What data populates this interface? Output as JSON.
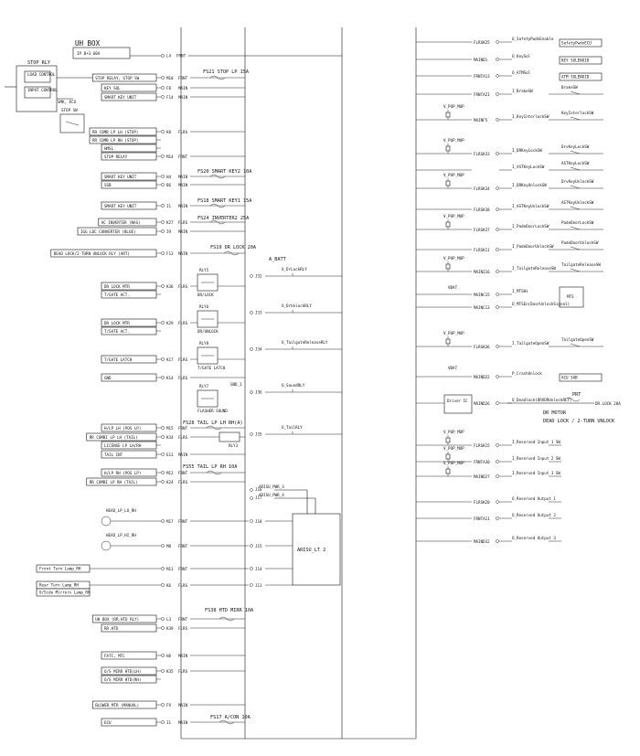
{
  "uh_box": {
    "title": "UH BOX",
    "fuse": "IP B+3 60A",
    "pin": "L4",
    "conn": "FRNT"
  },
  "stop_rly": {
    "title": "STOP RLY",
    "load": "LOAD CONTROL",
    "input": "INPUT CONTROL",
    "smk": "SMK, ECU",
    "stop_sw": "STOP SW"
  },
  "fs21": "FS21 STOP LP 15A",
  "fs20": "FS20 SMART KEY2 10A",
  "fs18": "FS18 SMART KEY1 15A",
  "fs24": "FS24 INVERTER2 25A",
  "fs19": "FS19 DR LOCK 20A",
  "fs28": "FS28 TAIL LP LH RH(A)",
  "fs55": "FS55 TAIL LP RH 10A",
  "fs38": "FS38 HTD MIRR 10A",
  "fs17": "FS17 A/CON 10A",
  "a_batt": "A_BATT",
  "gnd1": "GND_1",
  "left_rows": [
    {
      "label": "STOP RELAY, STOP SW",
      "pin": "M10",
      "conn": "FRNT"
    },
    {
      "label": "KEY SOL",
      "pin": "F8",
      "conn": "MAIN"
    },
    {
      "label": "SMART KEY UNIT",
      "pin": "F14",
      "conn": "MAIN"
    },
    {
      "label": "RR COMB LP LH (STOP)",
      "pin": "K8",
      "conn": "FLRS"
    },
    {
      "label": "RR COMB LP RH (STOP)",
      "pin": "",
      "conn": ""
    },
    {
      "label": "HMSL",
      "pin": "",
      "conn": ""
    },
    {
      "label": "STOP RELAY",
      "pin": "M14",
      "conn": "FRNT"
    },
    {
      "label": "SMART KEY UNIT",
      "pin": "H4",
      "conn": "MAIN"
    },
    {
      "label": "SSB",
      "pin": "B6",
      "conn": "MAIN"
    },
    {
      "label": "SMART KEY UNIT",
      "pin": "I1",
      "conn": "MAIN"
    },
    {
      "label": "AC INVERTER (NAS)",
      "pin": "K27",
      "conn": "FLRS"
    },
    {
      "label": "IGG LDC CONVERTER (BLUE)",
      "pin": "I9",
      "conn": "MAIN"
    },
    {
      "label": "DEAD LOCK/2-TURN UNLOCK RLY (ART)",
      "pin": "F13",
      "conn": "MAIN"
    },
    {
      "label": "DR LOCK MTR",
      "pin": "K36",
      "conn": "FLRS"
    },
    {
      "label": "T/GATE ACT.",
      "pin": "",
      "conn": ""
    },
    {
      "label": "DR LOCK MTR",
      "pin": "K29",
      "conn": "FLRS"
    },
    {
      "label": "T/GATE ACT.",
      "pin": "",
      "conn": ""
    },
    {
      "label": "T/GATE LATCH",
      "pin": "K17",
      "conn": "FLRS"
    },
    {
      "label": "GND",
      "pin": "K14",
      "conn": "FLRS"
    },
    {
      "label": "H/LP LH (POS LP)",
      "pin": "M15",
      "conn": "FRNT"
    },
    {
      "label": "RR COMBI LP LH (TAIL)",
      "pin": "K34",
      "conn": "FLRS"
    },
    {
      "label": "LICENSE LP LH/RH",
      "pin": "",
      "conn": ""
    },
    {
      "label": "TAIL INT",
      "pin": "E13",
      "conn": "MAIN"
    },
    {
      "label": "H/LP RH (POS LP)",
      "pin": "M12",
      "conn": "FRNT"
    },
    {
      "label": "RR COMBI LP RH (TAIL)",
      "pin": "K24",
      "conn": "FLRS"
    },
    {
      "label": "UH BOX (RR.HTD RLY)",
      "pin": "L3",
      "conn": "FRNT"
    },
    {
      "label": "RR.HTD",
      "pin": "K39",
      "conn": "FLRS"
    },
    {
      "label": "FATC, MTC",
      "pin": "H8",
      "conn": "MAIN"
    },
    {
      "label": "O/S MIRR HTD(LH)",
      "pin": "K35",
      "conn": "FLRS"
    },
    {
      "label": "O/S MIRR HTD(RH)",
      "pin": "",
      "conn": ""
    },
    {
      "label": "BLOWER MTR (MANUAL)",
      "pin": "F9",
      "conn": "MAIN"
    },
    {
      "label": "ECU",
      "pin": "I1",
      "conn": "MAIN"
    }
  ],
  "relays": [
    {
      "name": "RLY5",
      "desc": "DR/LOCK",
      "j": "J32",
      "out": "O_DrLockRLY"
    },
    {
      "name": "RLY6",
      "desc": "DR/UNLOCK",
      "j": "J33",
      "out": "O_DrUnlockRLY"
    },
    {
      "name": "RLY8",
      "desc": "T/GATE LATCH",
      "j": "J34",
      "out": "O_TailgateReleaseRLY"
    },
    {
      "name": "RLY7",
      "desc": "FLASHER SOUND",
      "j": "J36",
      "out": "O_SoundRLY"
    },
    {
      "name": "RLY3",
      "desc": "",
      "j": "J35",
      "out": "O_TailRLY"
    }
  ],
  "arisu": {
    "box": "ARISU_LT 2",
    "pwr3": "ARISU_PWR_3",
    "pwr4": "ARISU_PWR_4",
    "j16": "J16",
    "j17": "J17",
    "pins": [
      {
        "label": "HEAD_LP_LO_RH",
        "pin": "M17",
        "conn": "FRNT",
        "j": "J18"
      },
      {
        "label": "HEAD_LP_HI_RH",
        "pin": "M8",
        "conn": "FRNT",
        "j": "J15"
      },
      {
        "label": "Front Turn Lamp_RH",
        "pin": "M13",
        "conn": "FRNT",
        "j": "J14"
      },
      {
        "label": "Rear Turn Lamp_RH",
        "pin": "K6",
        "conn": "FLRS",
        "j": "J13"
      }
    ],
    "mirror": "O/Side Mirrors Lamp_RH"
  },
  "right_rows": [
    {
      "pin": "K25",
      "conn": "FLRS",
      "label": "O_SafetyPwdnEnable",
      "box": "SafetyPwdnECU"
    },
    {
      "pin": "D1",
      "conn": "MAIN",
      "label": "O_KeySol",
      "box": "KEY SOLENOID"
    },
    {
      "pin": "A13",
      "conn": "FRNT",
      "label": "O_ATMSol",
      "box": "ATM SOLENOID"
    },
    {
      "pin": "A21",
      "conn": "FRNT",
      "label": "I_BrakeSW",
      "box": "BrakeSW"
    },
    {
      "pin": "F5",
      "conn": "MAIN",
      "label": "I_KeyInterlockSW",
      "box": "KeyInterlockSW"
    },
    {
      "pin": "K33",
      "conn": "FLRS",
      "label": "I_DRKeyLockSW",
      "box": "DrvKeyLockSW"
    },
    {
      "pin": "",
      "conn": "",
      "label": "I_ASTKeyLockSW",
      "box": "ASTKeyLockSW"
    },
    {
      "pin": "K34",
      "conn": "FLRS",
      "label": "I_DRKeyUnlockSW",
      "box": "DrvKeyUnlockSW"
    },
    {
      "pin": "K38",
      "conn": "FLRS",
      "label": "I_ASTKeyUnlockSW",
      "box": "ASTKeyUnlockSW"
    },
    {
      "pin": "K37",
      "conn": "FLRS",
      "label": "I_PadeDoorLockSW",
      "box": "PadeDoorLockSW"
    },
    {
      "pin": "K11",
      "conn": "FLRS",
      "label": "I_PadeDoorUnlockSW",
      "box": "PadeDoorUnlockSW"
    },
    {
      "pin": "I16",
      "conn": "MAIN",
      "label": "I_TailgateReleaseSW",
      "box": "TailgateReleaseSW"
    },
    {
      "pin": "C15",
      "conn": "MAIN",
      "label": "I_MTSHz",
      "box": "MTS"
    },
    {
      "pin": "C13",
      "conn": "MAIN",
      "label": "O_MTSEn(DoorUnlockSignal)",
      "box": ""
    },
    {
      "pin": "K36",
      "conn": "FLRS",
      "label": "I_TailgateOpenSW",
      "box": "TailgateOpenSW"
    },
    {
      "pin": "D22",
      "conn": "MAIN",
      "label": "P_CrashUnlock",
      "box": "ACU SAB"
    },
    {
      "pin": "D26",
      "conn": "MAIN",
      "label": "O_Deadlock(DRVDRUnlockRLY)",
      "box": ""
    },
    {
      "pin": "K15",
      "conn": "FLRS",
      "label": "I_Reserved Input 1 SW",
      "box": ""
    },
    {
      "pin": "A30",
      "conn": "FRNT",
      "label": "I_Reserved Input 2 SW",
      "box": ""
    },
    {
      "pin": "D27",
      "conn": "MAIN",
      "label": "I_Reserved Input 3 SW",
      "box": ""
    },
    {
      "pin": "K20",
      "conn": "FLRS",
      "label": "O_Reserved Output 1",
      "box": ""
    },
    {
      "pin": "A11",
      "conn": "FRNT",
      "label": "O_Reserved Output 2",
      "box": ""
    },
    {
      "pin": "D32",
      "conn": "MAIN",
      "label": "O_Reserved Output 3",
      "box": ""
    }
  ],
  "v_pup": "V_PUP_MUP",
  "v_bat": "VBAT",
  "driver": "Driver IC",
  "prt": "PRT",
  "dr_motor": "DR MOTOR",
  "dr_lock_fuse": "DR.LOCK 20A",
  "dead_lock": "DEAD LOCK / 2-TURN UNLOCK"
}
